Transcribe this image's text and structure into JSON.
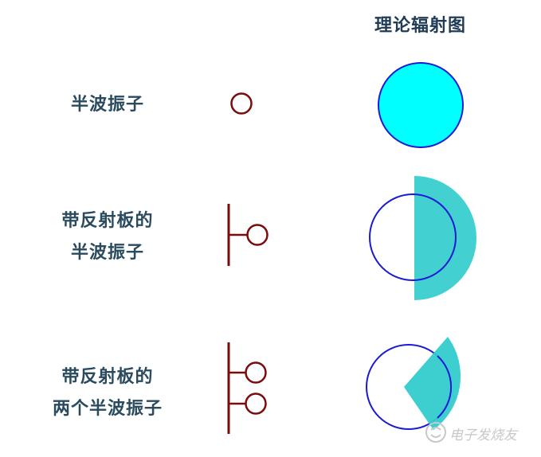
{
  "header": {
    "title": "理论辐射图"
  },
  "rows": [
    {
      "label_lines": [
        "半波振子"
      ],
      "antenna": "single-dipole",
      "pattern": "omnidirectional"
    },
    {
      "label_lines": [
        "带反射板的",
        "半波振子"
      ],
      "antenna": "dipole-with-reflector",
      "pattern": "half-circle-directional"
    },
    {
      "label_lines": [
        "带反射板的",
        "两个半波振子"
      ],
      "antenna": "two-dipoles-with-reflector",
      "pattern": "narrow-sector-directional"
    }
  ],
  "colors": {
    "title_text": "#1f3b56",
    "label_text": "#2a4a5e",
    "antenna_stroke": "#7a0c0c",
    "circle_outline": "#1a1ad6",
    "pattern_fill_full": "#00ffff",
    "pattern_fill_sector": "#33cccc"
  },
  "watermark": {
    "text": "电子发烧友"
  }
}
